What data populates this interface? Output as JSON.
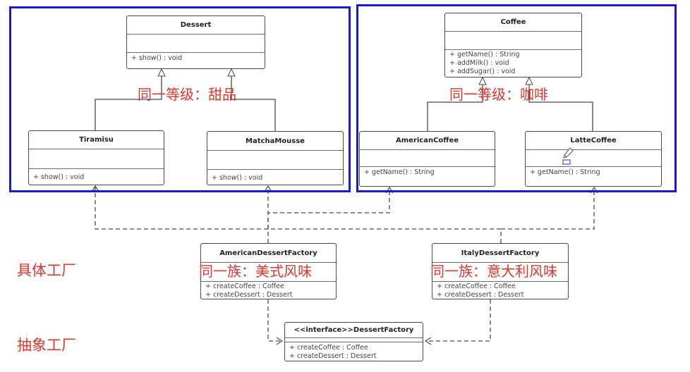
{
  "groups": {
    "dessert_level": "同一等级：甜品",
    "coffee_level": "同一等级：咖啡",
    "american_family": "同一族：美式风味",
    "italy_family": "同一族：意大利风味"
  },
  "side_labels": {
    "concrete_factory": "具体工厂",
    "abstract_factory": "抽象工厂"
  },
  "classes": {
    "dessert": {
      "name": "Dessert",
      "methods": [
        "+ show() : void"
      ]
    },
    "tiramisu": {
      "name": "Tiramisu",
      "methods": [
        "+ show() : void"
      ]
    },
    "matcha": {
      "name": "MatchaMousse",
      "methods": [
        "+ show() : void"
      ]
    },
    "coffee": {
      "name": "Coffee",
      "methods": [
        "+ getName() : String",
        "+ addMilk() : void",
        "+ addSugar() : void"
      ]
    },
    "american_coffee": {
      "name": "AmericanCoffee",
      "methods": [
        "+ getName() : String"
      ]
    },
    "latte": {
      "name": "LatteCoffee",
      "methods": [
        "+ getName() : String"
      ]
    },
    "american_factory": {
      "name": "AmericanDessertFactory",
      "methods": [
        "+ createCoffee : Coffee",
        "+ createDessert : Dessert"
      ]
    },
    "italy_factory": {
      "name": "ItalyDessertFactory",
      "methods": [
        "+ createCoffee : Coffee",
        "+ createDessert : Dessert"
      ]
    },
    "dessert_factory": {
      "name": "<<interface>>DessertFactory",
      "methods": [
        "+ createCoffee : Coffee",
        "+ createDessert : Dessert"
      ]
    }
  },
  "colors": {
    "frame": "#1a1ad6",
    "label": "#e0362c",
    "line": "#4a4a4a"
  }
}
